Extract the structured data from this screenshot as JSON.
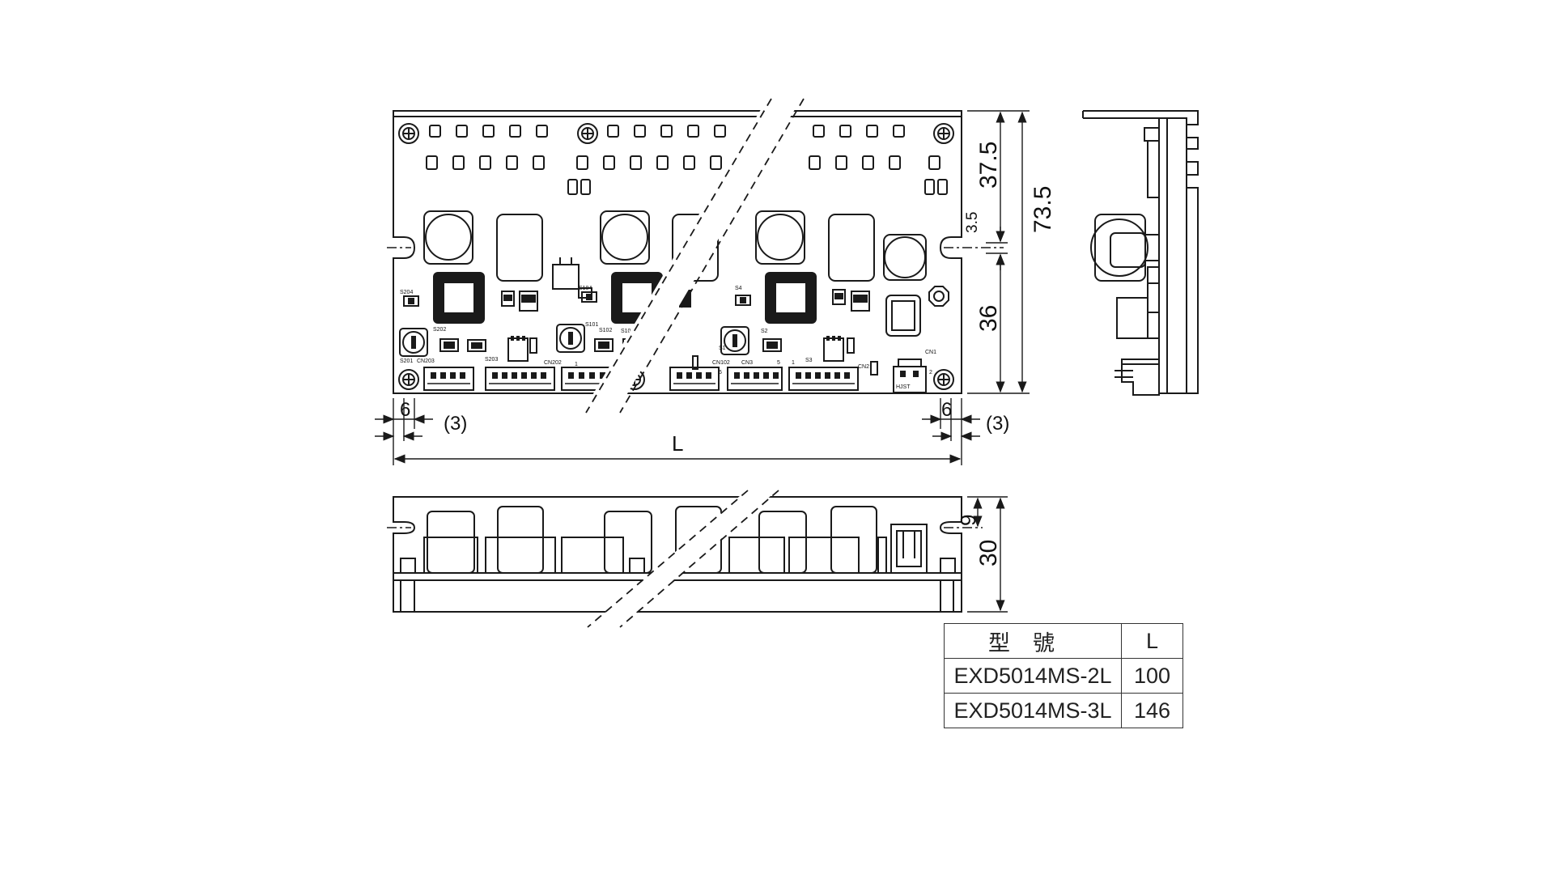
{
  "dimensions": {
    "top_height": "37.5",
    "total_height": "73.5",
    "hole_offset": "3.5",
    "lower_height": "36",
    "left_margin": "6",
    "left_edge": "(3)",
    "right_margin": "6",
    "right_edge": "(3)",
    "length": "L",
    "side_top": "9",
    "side_height": "30"
  },
  "silkscreen": {
    "s204": "S204",
    "s202": "S202",
    "s201": "S201",
    "cn203": "CN203",
    "s203": "S203",
    "cn202": "CN202",
    "s104": "S104",
    "s101": "S101",
    "s102": "S102",
    "s103": "S103",
    "cn102": "CN102",
    "s4": "S4",
    "s1": "S1",
    "s2": "S2",
    "cn3": "CN3",
    "s3": "S3",
    "cn2": "CN2",
    "cn1": "CN1",
    "pin1": "1",
    "pin5": "5",
    "pin6": "6",
    "pin2": "2",
    "hjst": "HJST"
  },
  "table": {
    "header_model": "型號",
    "header_l": "L",
    "rows": [
      {
        "model": "EXD5014MS-2L",
        "l": "100"
      },
      {
        "model": "EXD5014MS-3L",
        "l": "146"
      }
    ]
  }
}
